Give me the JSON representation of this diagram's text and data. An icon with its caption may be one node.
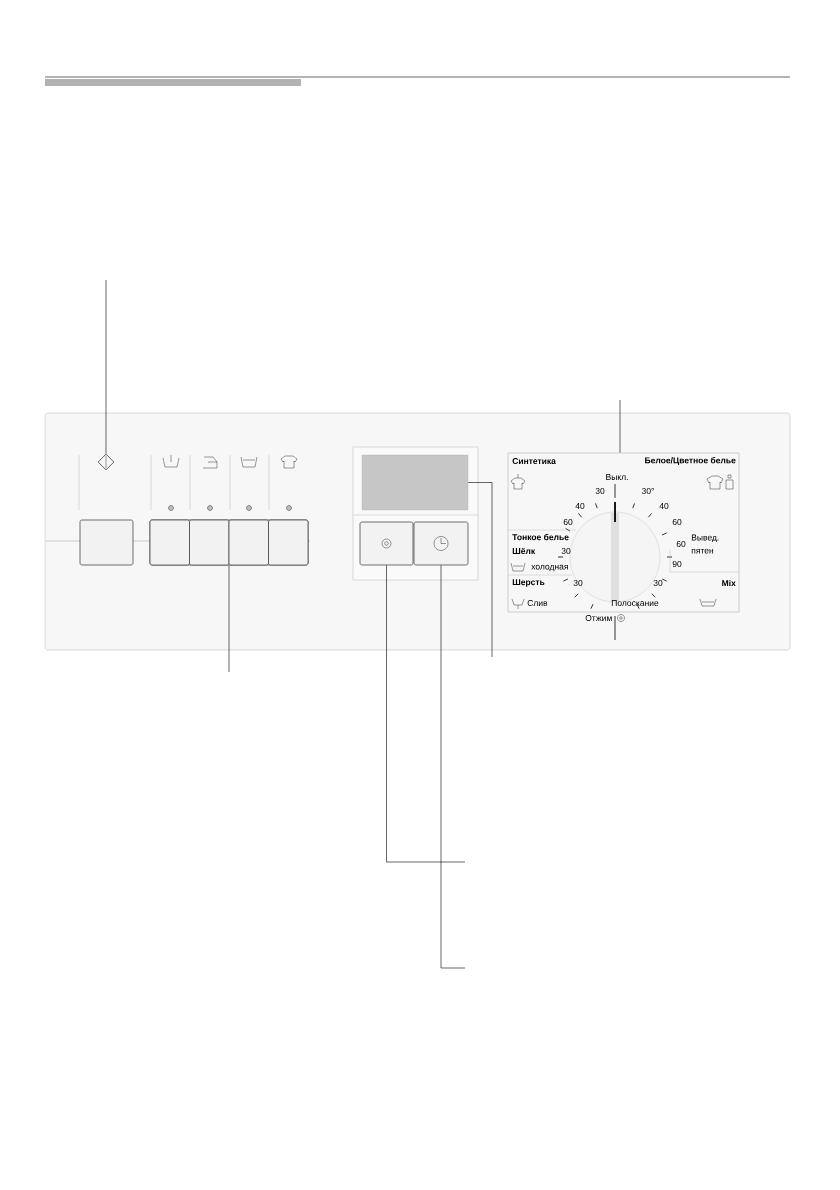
{
  "diagram": {
    "nodes": [
      {
        "text": [],
        "shape": "diamond"
      },
      {
        "text": [],
        "shape": "box"
      },
      {
        "text": [],
        "shape": "box",
        "in": 1
      },
      {
        "text": [],
        "shape": "box",
        "in": 1
      },
      {
        "text": [],
        "shape": "box",
        "in": 1
      },
      {
        "text": [],
        "shape": "box",
        "in": 1
      },
      {
        "text": [],
        "shape": "box"
      },
      {
        "text": [],
        "shape": "box"
      },
      {
        "text": [],
        "shape": "box"
      },
      {
        "text": [
          "Синтетика",
          "Белое/Цветное белье",
          "Выкл.",
          "30",
          "30°",
          "40",
          "40",
          "60",
          "60",
          "Тонкое белье",
          "Шёлк",
          "30",
          "60",
          "Вывед. пятен",
          "холодная",
          "90",
          "Шерсть",
          "30",
          "30",
          "Mix",
          "Слив",
          "Полоскание",
          "Отжим"
        ]
      },
      {
        "text": [],
        "shape": "box"
      }
    ],
    "edges": [
      {
        "from": 0,
        "to": null,
        "arrow": "none"
      },
      {
        "from": 9,
        "to": null,
        "arrow": "none"
      },
      {
        "from": 1,
        "to": null,
        "arrow": "none"
      },
      {
        "from": 6,
        "to": null,
        "arrow": "none"
      },
      {
        "from": 7,
        "to": null,
        "arrow": "none"
      },
      {
        "from": 8,
        "to": null,
        "arrow": "none"
      }
    ]
  }
}
